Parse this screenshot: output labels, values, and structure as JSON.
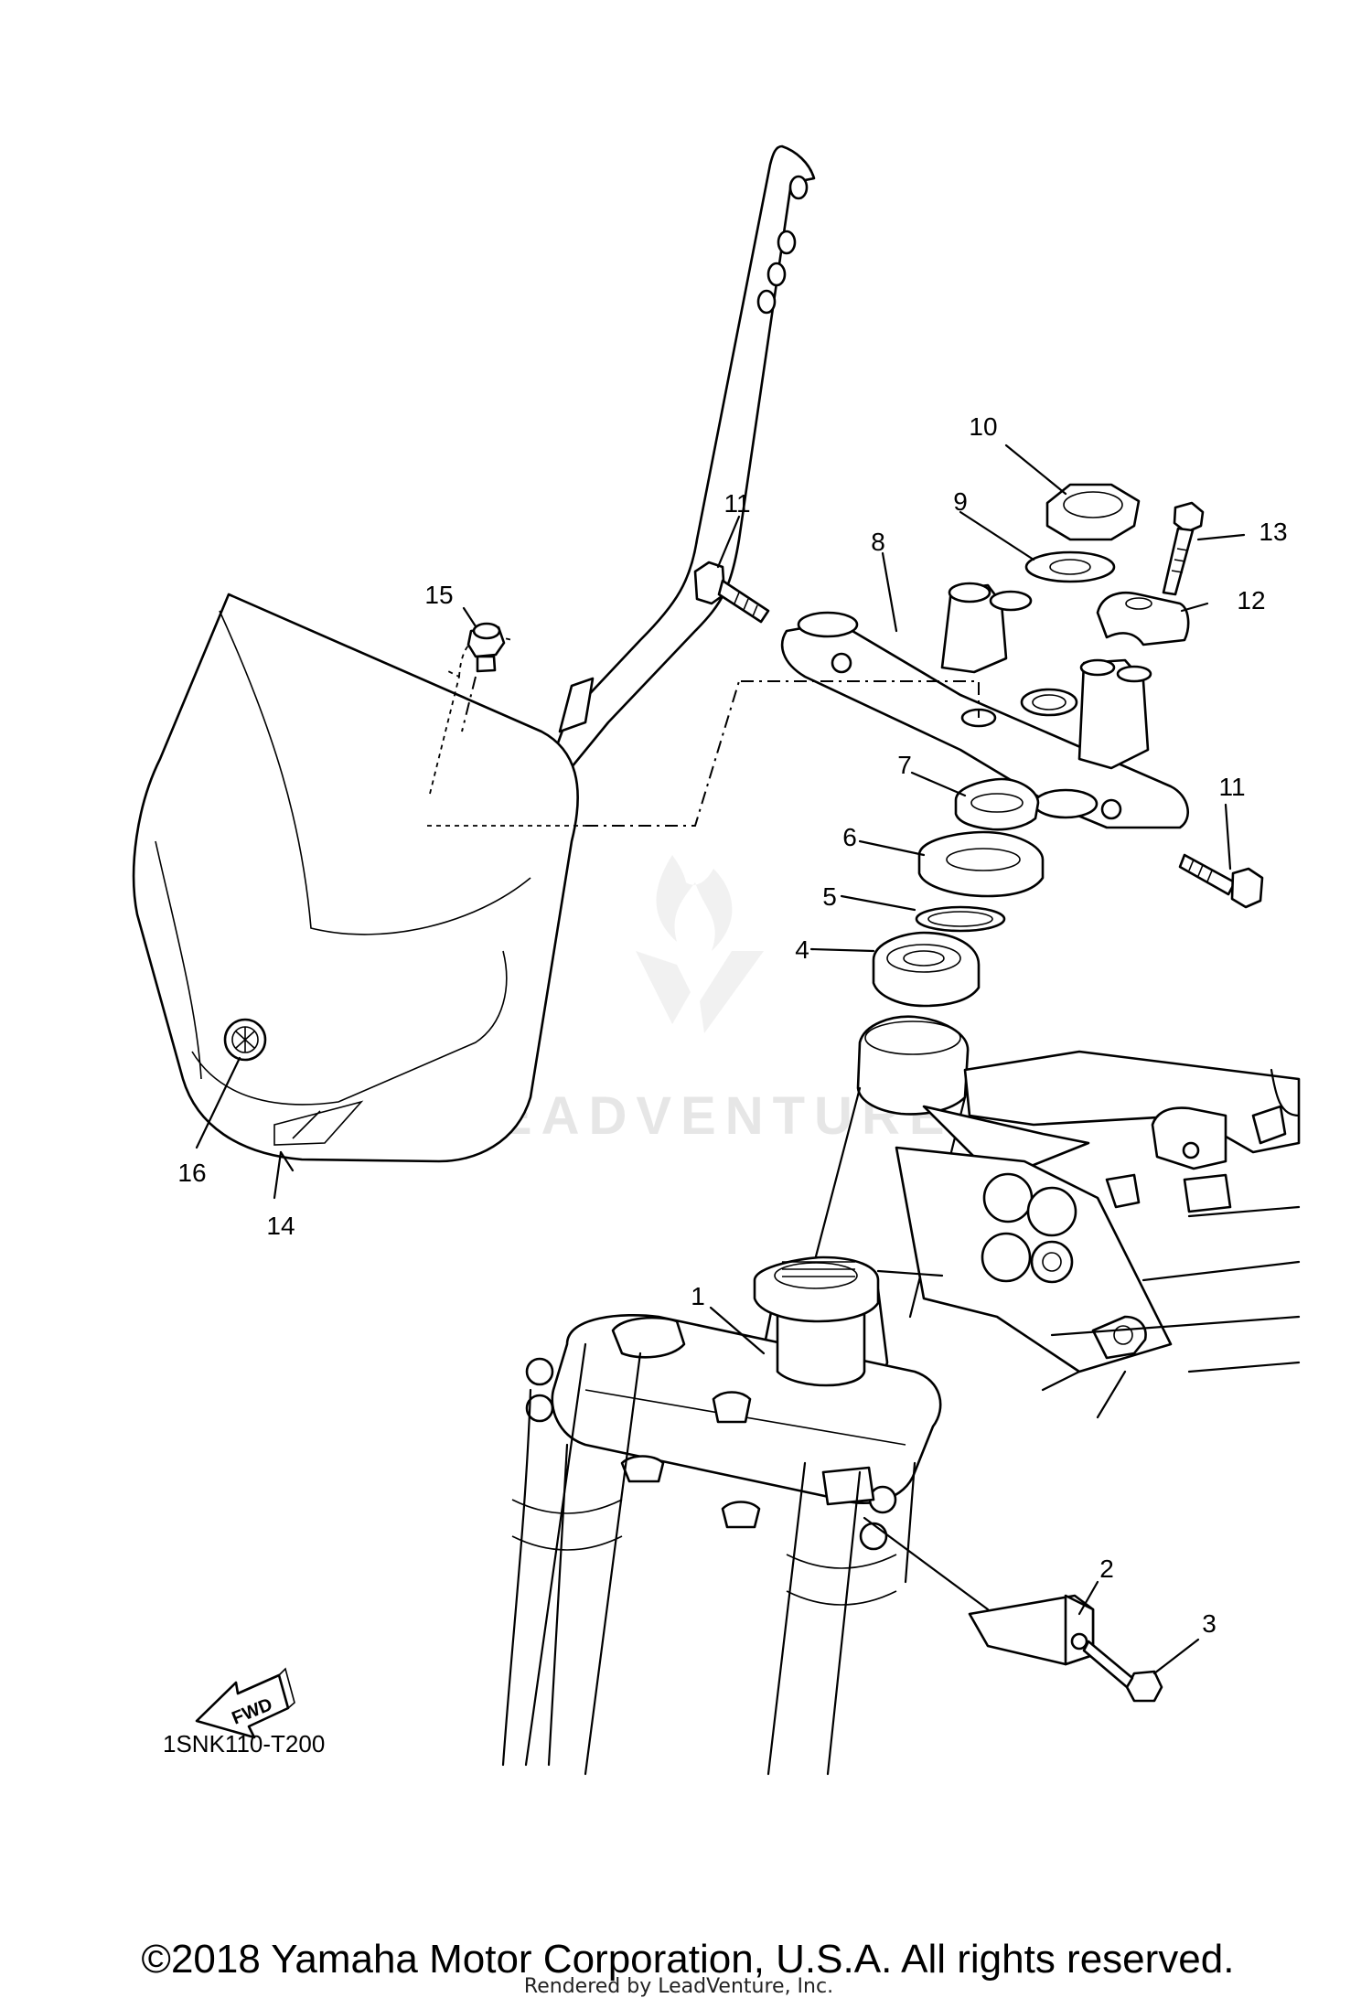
{
  "diagram": {
    "callouts": [
      {
        "id": "c1",
        "label": "1"
      },
      {
        "id": "c2",
        "label": "2"
      },
      {
        "id": "c3",
        "label": "3"
      },
      {
        "id": "c4",
        "label": "4"
      },
      {
        "id": "c5",
        "label": "5"
      },
      {
        "id": "c6",
        "label": "6"
      },
      {
        "id": "c7",
        "label": "7"
      },
      {
        "id": "c8",
        "label": "8"
      },
      {
        "id": "c9",
        "label": "9"
      },
      {
        "id": "c10",
        "label": "10"
      },
      {
        "id": "c11a",
        "label": "11"
      },
      {
        "id": "c11b",
        "label": "11"
      },
      {
        "id": "c12",
        "label": "12"
      },
      {
        "id": "c13",
        "label": "13"
      },
      {
        "id": "c14",
        "label": "14"
      },
      {
        "id": "c15",
        "label": "15"
      },
      {
        "id": "c16",
        "label": "16"
      }
    ],
    "fwd_label": "FWD",
    "diagram_code": "1SNK110-T200"
  },
  "watermark": {
    "text": "LEADVENTURE"
  },
  "footer": {
    "copyright": "©2018 Yamaha Motor Corporation, U.S.A. All rights reserved.",
    "rendered_by": "Rendered by LeadVenture, Inc."
  }
}
